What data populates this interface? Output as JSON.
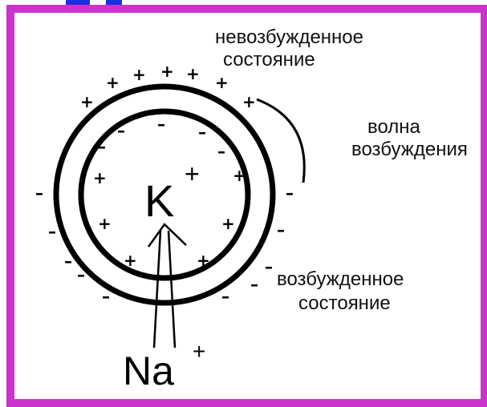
{
  "labels": {
    "resting_line1": "невозбужденное",
    "resting_line2": "состояние",
    "wave_line1": "волна",
    "wave_line2": "возбуждения",
    "excited_line1": "возбужденное",
    "excited_line2": "состояние",
    "k_ion": "K",
    "k_charge": "+",
    "na_ion": "Na",
    "na_charge": "+"
  },
  "signs": {
    "plus": "+",
    "minus": "–"
  },
  "colors": {
    "frame": "#cc33cc",
    "title_fragment": "#1f2fe0",
    "ink": "#000000"
  }
}
